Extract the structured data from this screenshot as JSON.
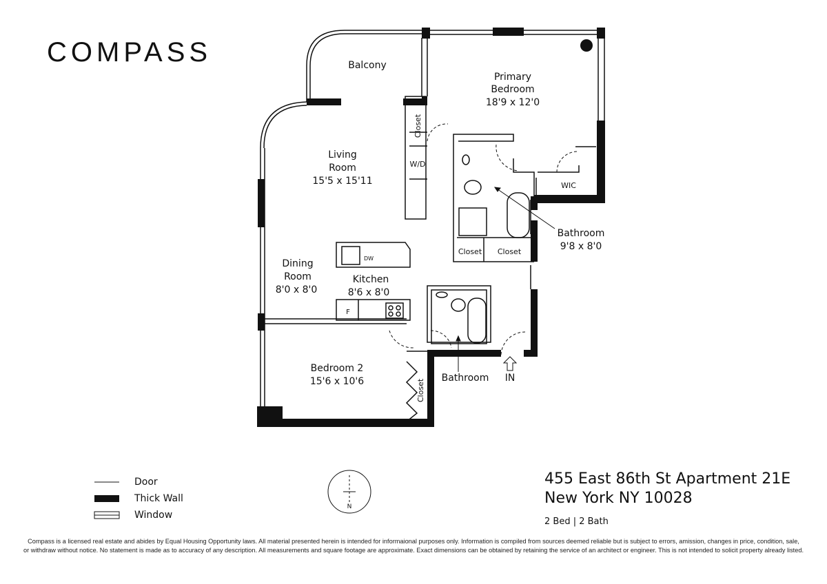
{
  "logo": "COMPASS",
  "rooms": {
    "balcony": {
      "name": "Balcony"
    },
    "primary_bedroom": {
      "name1": "Primary",
      "name2": "Bedroom",
      "dims": "18'9 x 12'0"
    },
    "living_room": {
      "name1": "Living",
      "name2": "Room",
      "dims": "15'5 x 15'11"
    },
    "dining_room": {
      "name1": "Dining",
      "name2": "Room",
      "dims": "8'0 x 8'0"
    },
    "kitchen": {
      "name": "Kitchen",
      "dims": "8'6 x 8'0"
    },
    "bathroom_primary": {
      "name": "Bathroom",
      "dims": "9'8 x 8'0"
    },
    "bathroom_2": {
      "name": "Bathroom"
    },
    "bedroom_2": {
      "name": "Bedroom 2",
      "dims": "15'6 x 10'6"
    },
    "closet_label": "Closet",
    "wd_label": "W/D",
    "wic_label": "WIC",
    "dw_label": "DW",
    "fridge_label": "F",
    "entry_label": "IN"
  },
  "compass_rose": {
    "north_label": "N"
  },
  "legend": {
    "door": "Door",
    "thick_wall": "Thick Wall",
    "window": "Window"
  },
  "address": {
    "line1": "455 East 86th St Apartment 21E",
    "line2": "New York NY 10028",
    "details": "2 Bed | 2 Bath"
  },
  "disclaimer": {
    "line1": "Compass is a licensed real estate and abides by Equal Housing Opportunity laws. All material presented herein is intended for informaional purposes only. Information is compiled from sources deemed reliable but is subject to errors, amission, changes in price, condition, sale,",
    "line2": "or withdraw without notice. No statement is made as to accuracy of any description. All measurements and square footage are approximate. Exact dimensions can be obtained by retaining the service of an architect or engineer. This is not intended to solicit property already listed."
  }
}
